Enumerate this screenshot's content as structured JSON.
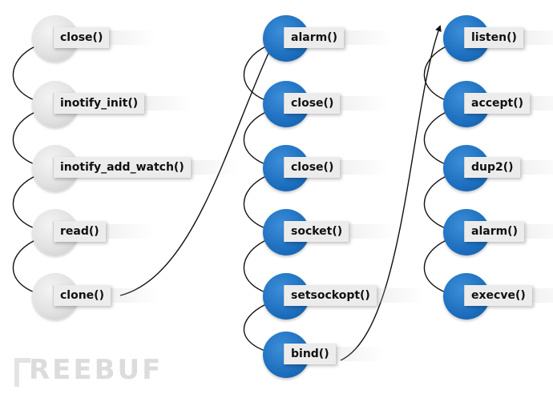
{
  "columns": [
    {
      "style": "grey",
      "nodes": [
        "close()",
        "inotify_init()",
        "inotify_add_watch()",
        "read()",
        "clone()"
      ]
    },
    {
      "style": "blue",
      "nodes": [
        "alarm()",
        "close()",
        "close()",
        "socket()",
        "setsockopt()",
        "bind()"
      ]
    },
    {
      "style": "blue",
      "nodes": [
        "listen()",
        "accept()",
        "dup2()",
        "alarm()",
        "execve()"
      ]
    }
  ],
  "watermark": "REEBUF",
  "colors": {
    "grey": "#d9d9d9",
    "blue": "#1d6fbf",
    "arrow": "#111111"
  }
}
